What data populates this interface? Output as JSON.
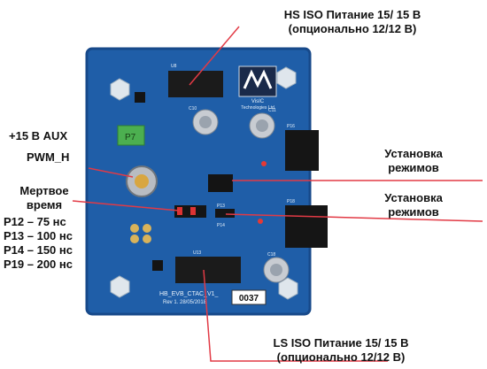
{
  "labels": {
    "hs_supply_line1": "HS ISO Питание 15/ 15 В",
    "hs_supply_line2": "(опционально 12/12 В)",
    "aux": "+15 В AUX",
    "pwm": "PWM_H",
    "deadtime_line1": "Мертвое",
    "deadtime_line2": "время",
    "p12": "P12 – 75 нс",
    "p13": "P13 – 100 нс",
    "p14": "P14 – 150 нс",
    "p19": "P19 – 200 нс",
    "mode1_line1": "Установка",
    "mode1_line2": "режимов",
    "mode2_line1": "Установка",
    "mode2_line2": "режимов",
    "ls_supply_line1": "LS ISO Питание 15/ 15 В",
    "ls_supply_line2": "(опционально 12/12 В)"
  },
  "board": {
    "brand_line1": "VisIC",
    "brand_line2": "Technologies Ltd",
    "connector_p7": "P7",
    "board_name": "HB_EVB_CTAC_V1_",
    "revision": "Rev 1. 28/05/2018",
    "serial": "0037",
    "silk_labels": [
      "U8",
      "C10",
      "C11",
      "P13",
      "P14",
      "U13",
      "P16",
      "P18",
      "C18"
    ]
  },
  "colors": {
    "pcb": "#1f5ea8",
    "pcb_dark": "#17498a",
    "callout_line": "#e23a45"
  }
}
